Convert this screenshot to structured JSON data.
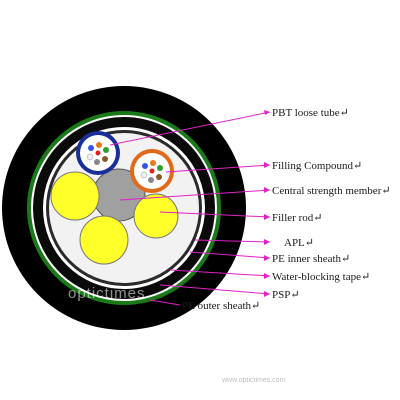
{
  "labels": {
    "pbt_loose_tube": "PBT loose tube↵",
    "filling_compound": "Filling Compound↵",
    "central_strength_member": "Central strength member↵",
    "filler_rod": "Filler rod↵",
    "apl": "APL↵",
    "pe_inner_sheath": "PE inner sheath↵",
    "water_blocking_tape": "Water-blocking tape↵",
    "psp": "PSP↵",
    "pe_outer_sheath": "PE outer sheath↵"
  },
  "watermark": {
    "main": "optictimes",
    "footer": "www.optictimes.com"
  },
  "colors": {
    "outer_sheath": "#000000",
    "green_ring": "#1a7a1a",
    "inner_sheath": "#0a0a0a",
    "core_background": "#f2f2f2",
    "filler_rod": "#ffff2a",
    "central_member": "#a0a0a0",
    "tube_blue": "#1a2e9a",
    "tube_orange": "#e06a1a",
    "leader_line": "#e020c8"
  },
  "icons": {
    "return_mark": "return-arrow-icon"
  }
}
